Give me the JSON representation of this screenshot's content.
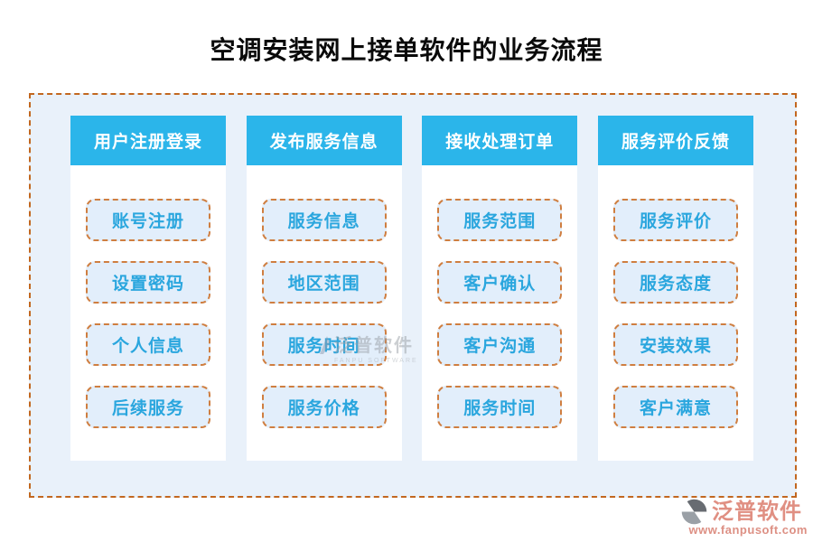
{
  "title": "空调安装网上接单软件的业务流程",
  "flow": {
    "columns": [
      {
        "header": "用户注册登录",
        "items": [
          "账号注册",
          "设置密码",
          "个人信息",
          "后续服务"
        ]
      },
      {
        "header": "发布服务信息",
        "items": [
          "服务信息",
          "地区范围",
          "服务时间",
          "服务价格"
        ]
      },
      {
        "header": "接收处理订单",
        "items": [
          "服务范围",
          "客户确认",
          "客户沟通",
          "服务时间"
        ]
      },
      {
        "header": "服务评价反馈",
        "items": [
          "服务评价",
          "服务态度",
          "安装效果",
          "客户满意"
        ]
      }
    ]
  },
  "watermark": {
    "text": "泛普软件",
    "subtext": "FANPU SOFTWARE"
  },
  "brand": {
    "name": "泛普软件",
    "website": "www.fanpusoft.com"
  },
  "colors": {
    "title_text": "#0a0a0a",
    "header_bg": "#2bb5ea",
    "header_text": "#ffffff",
    "column_bg": "#ffffff",
    "step_bg": "#e2eefb",
    "step_border": "#cf7e40",
    "step_text": "#2aa6de",
    "frame_bg": "#e9f1fa",
    "frame_border": "#c2671f",
    "brand_text": "#e08f82"
  }
}
